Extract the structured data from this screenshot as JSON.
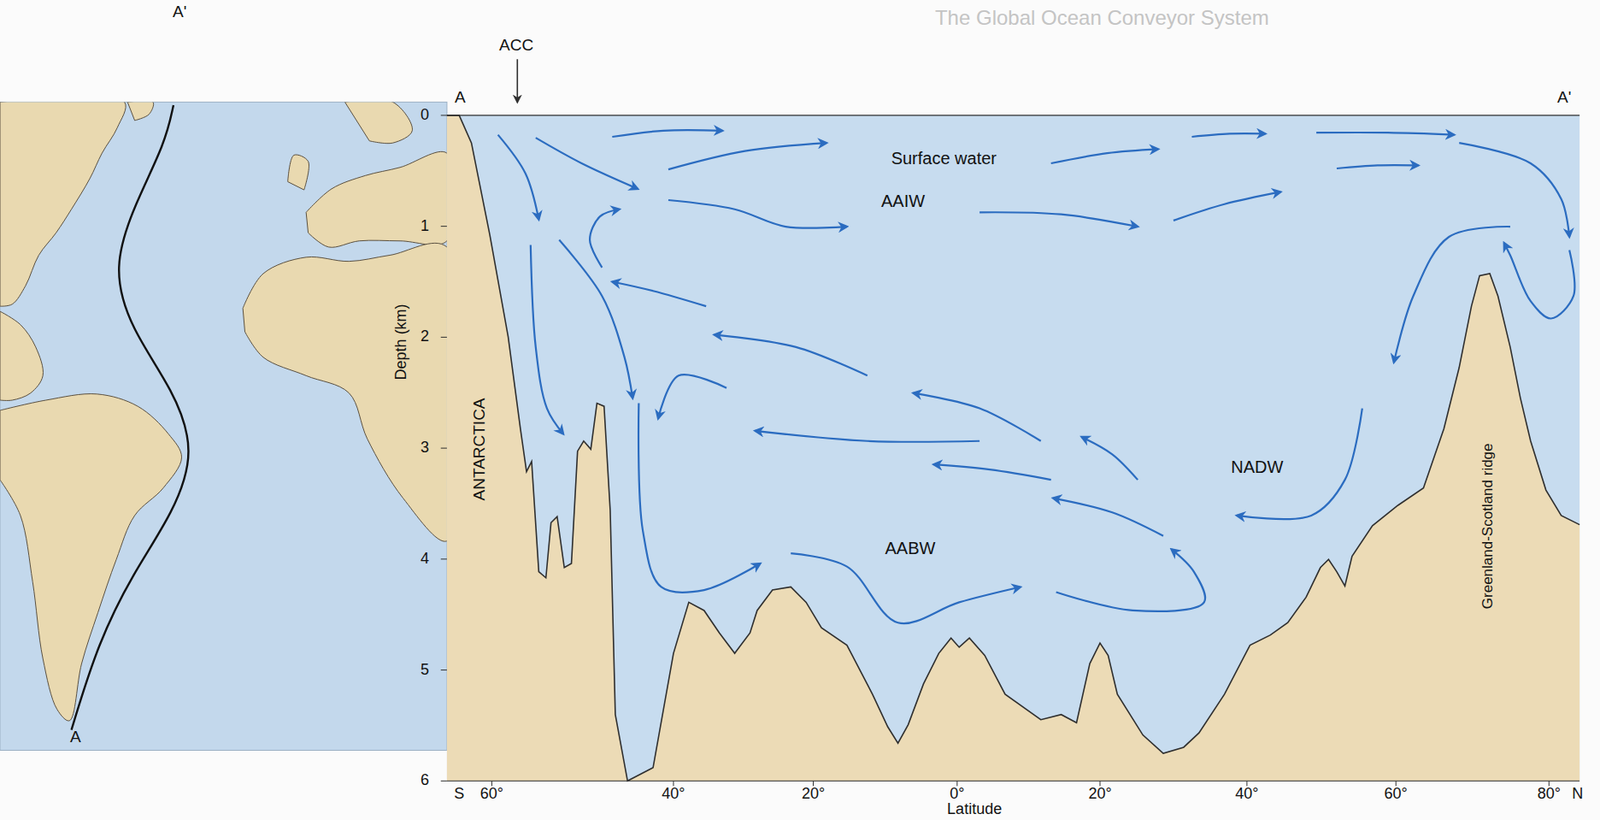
{
  "diagram": {
    "labels": [
      "The Global Ocean Conveyor System",
      "A'",
      "A",
      "ACC",
      "A",
      "A'",
      "Surface water",
      "AAIW",
      "AABW",
      "NADW",
      "ANTARCTICA",
      "Greenland-Scotland ridge",
      "Depth (km)",
      "0",
      "1",
      "2",
      "3",
      "4",
      "5",
      "6",
      "S",
      "60°",
      "40°",
      "20°",
      "0°",
      "20°",
      "40°",
      "60°",
      "80°",
      "N",
      "Latitude"
    ]
  }
}
